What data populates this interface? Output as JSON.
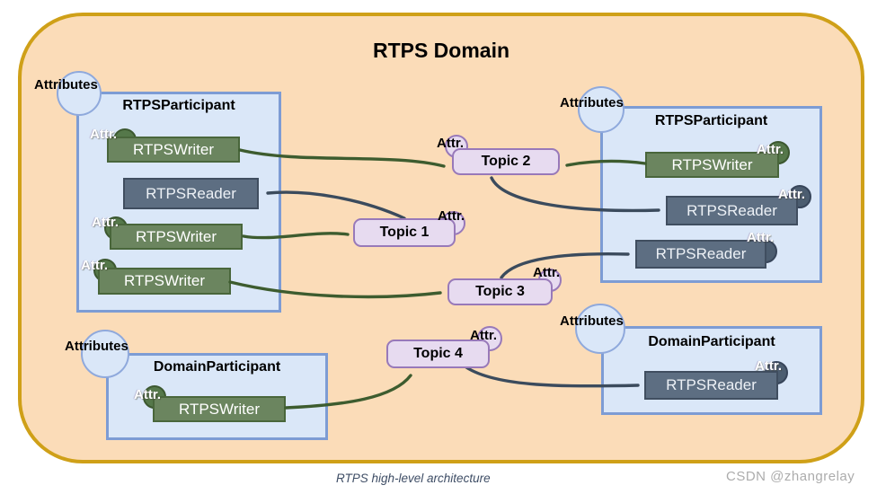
{
  "title": "RTPS Domain",
  "caption": "RTPS high-level architecture",
  "watermark": "CSDN @zhangrelay",
  "labels": {
    "attributes": "Attributes",
    "attr": "Attr."
  },
  "participants": [
    {
      "label": "RTPSParticipant",
      "items": [
        {
          "kind": "writer",
          "label": "RTPSWriter"
        },
        {
          "kind": "reader",
          "label": "RTPSReader"
        },
        {
          "kind": "writer",
          "label": "RTPSWriter"
        },
        {
          "kind": "writer",
          "label": "RTPSWriter"
        }
      ]
    },
    {
      "label": "RTPSParticipant",
      "items": [
        {
          "kind": "writer",
          "label": "RTPSWriter"
        },
        {
          "kind": "reader",
          "label": "RTPSReader"
        },
        {
          "kind": "reader",
          "label": "RTPSReader"
        }
      ]
    },
    {
      "label": "DomainParticipant",
      "items": [
        {
          "kind": "writer",
          "label": "RTPSWriter"
        }
      ]
    },
    {
      "label": "DomainParticipant",
      "items": [
        {
          "kind": "reader",
          "label": "RTPSReader"
        }
      ]
    }
  ],
  "topics": [
    {
      "label": "Topic 1"
    },
    {
      "label": "Topic 2"
    },
    {
      "label": "Topic 3"
    },
    {
      "label": "Topic 4"
    }
  ],
  "connections": [
    {
      "from": "participant-top-left.RTPSWriter-1",
      "to": "Topic 2",
      "style": "green"
    },
    {
      "from": "participant-top-right.RTPSWriter",
      "to": "Topic 2",
      "style": "green"
    },
    {
      "from": "Topic 1",
      "to": "participant-top-left.RTPSReader",
      "style": "dark"
    },
    {
      "from": "participant-top-left.RTPSWriter-2",
      "to": "Topic 1",
      "style": "green"
    },
    {
      "from": "Topic 2",
      "to": "participant-top-right.RTPSReader-1",
      "style": "dark"
    },
    {
      "from": "Topic 3",
      "to": "participant-top-right.RTPSReader-2",
      "style": "dark"
    },
    {
      "from": "participant-top-left.RTPSWriter-3",
      "to": "Topic 3",
      "style": "green"
    },
    {
      "from": "participant-bottom-left.RTPSWriter",
      "to": "Topic 4",
      "style": "green"
    },
    {
      "from": "Topic 4",
      "to": "participant-bottom-right.RTPSReader",
      "style": "dark"
    }
  ],
  "colors": {
    "domain_fill": "#FBDCB8",
    "domain_border": "#CFA018",
    "participant_fill": "#DAE7F8",
    "participant_border": "#7D9CD4",
    "writer_fill": "#6B855F",
    "writer_border": "#49663B",
    "reader_fill": "#5D6E82",
    "reader_border": "#404E60",
    "topic_fill": "#E7DBF0",
    "topic_border": "#9879B9",
    "arrow_green": "#3D5C2F",
    "arrow_dark": "#3B4B5D"
  }
}
